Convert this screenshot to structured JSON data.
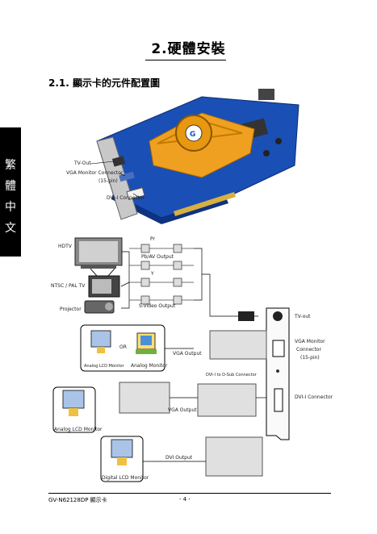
{
  "heading": {
    "number": "2.",
    "text": "硬體安裝"
  },
  "section": {
    "number": "2.1.",
    "text": "顯示卡的元件配置圖"
  },
  "side_tab": {
    "chars": [
      "繁",
      "體",
      "中",
      "文"
    ]
  },
  "card_labels": {
    "tv_out": "TV-Out",
    "vga_connector": "VGA Monitor Connector",
    "vga_pins": "(15-pin)",
    "dvi_connector": "DVI-I Connector"
  },
  "diagram_labels": {
    "hdtv": "HDTV",
    "ntsc_pal": "NTSC / PAL TV",
    "projector": "Projector",
    "pr": "Pr",
    "pb_av_output": "Pb/AV Output",
    "y": "Y",
    "svideo_output": "S-Video Output",
    "or": "OR",
    "analog_lcd_monitor_1": "Analog LCD Monitor",
    "analog_monitor": "Analog Monitor",
    "vga_output_1": "VGA Output",
    "dvi_to_dsub": "DVI-I to D-Sub Connector",
    "vga_output_2": "VGA Output",
    "analog_lcd_monitor_2": "Analog LCD Monitor",
    "dvi_output": "DVI Output",
    "digital_lcd_monitor": "Digital LCD Monitor",
    "bracket_tv_out": "TV-out",
    "bracket_vga_1": "VGA Monitor",
    "bracket_vga_2": "Connector",
    "bracket_vga_3": "(15-pin)",
    "bracket_dvi": "DVI-I Connector"
  },
  "footer": {
    "model": "GV-N62128DP 顯示卡",
    "page": "- 4 -"
  },
  "colors": {
    "pcb_blue": "#1a4fb5",
    "heatsink_orange": "#f0a020",
    "tab_black": "#000000"
  }
}
